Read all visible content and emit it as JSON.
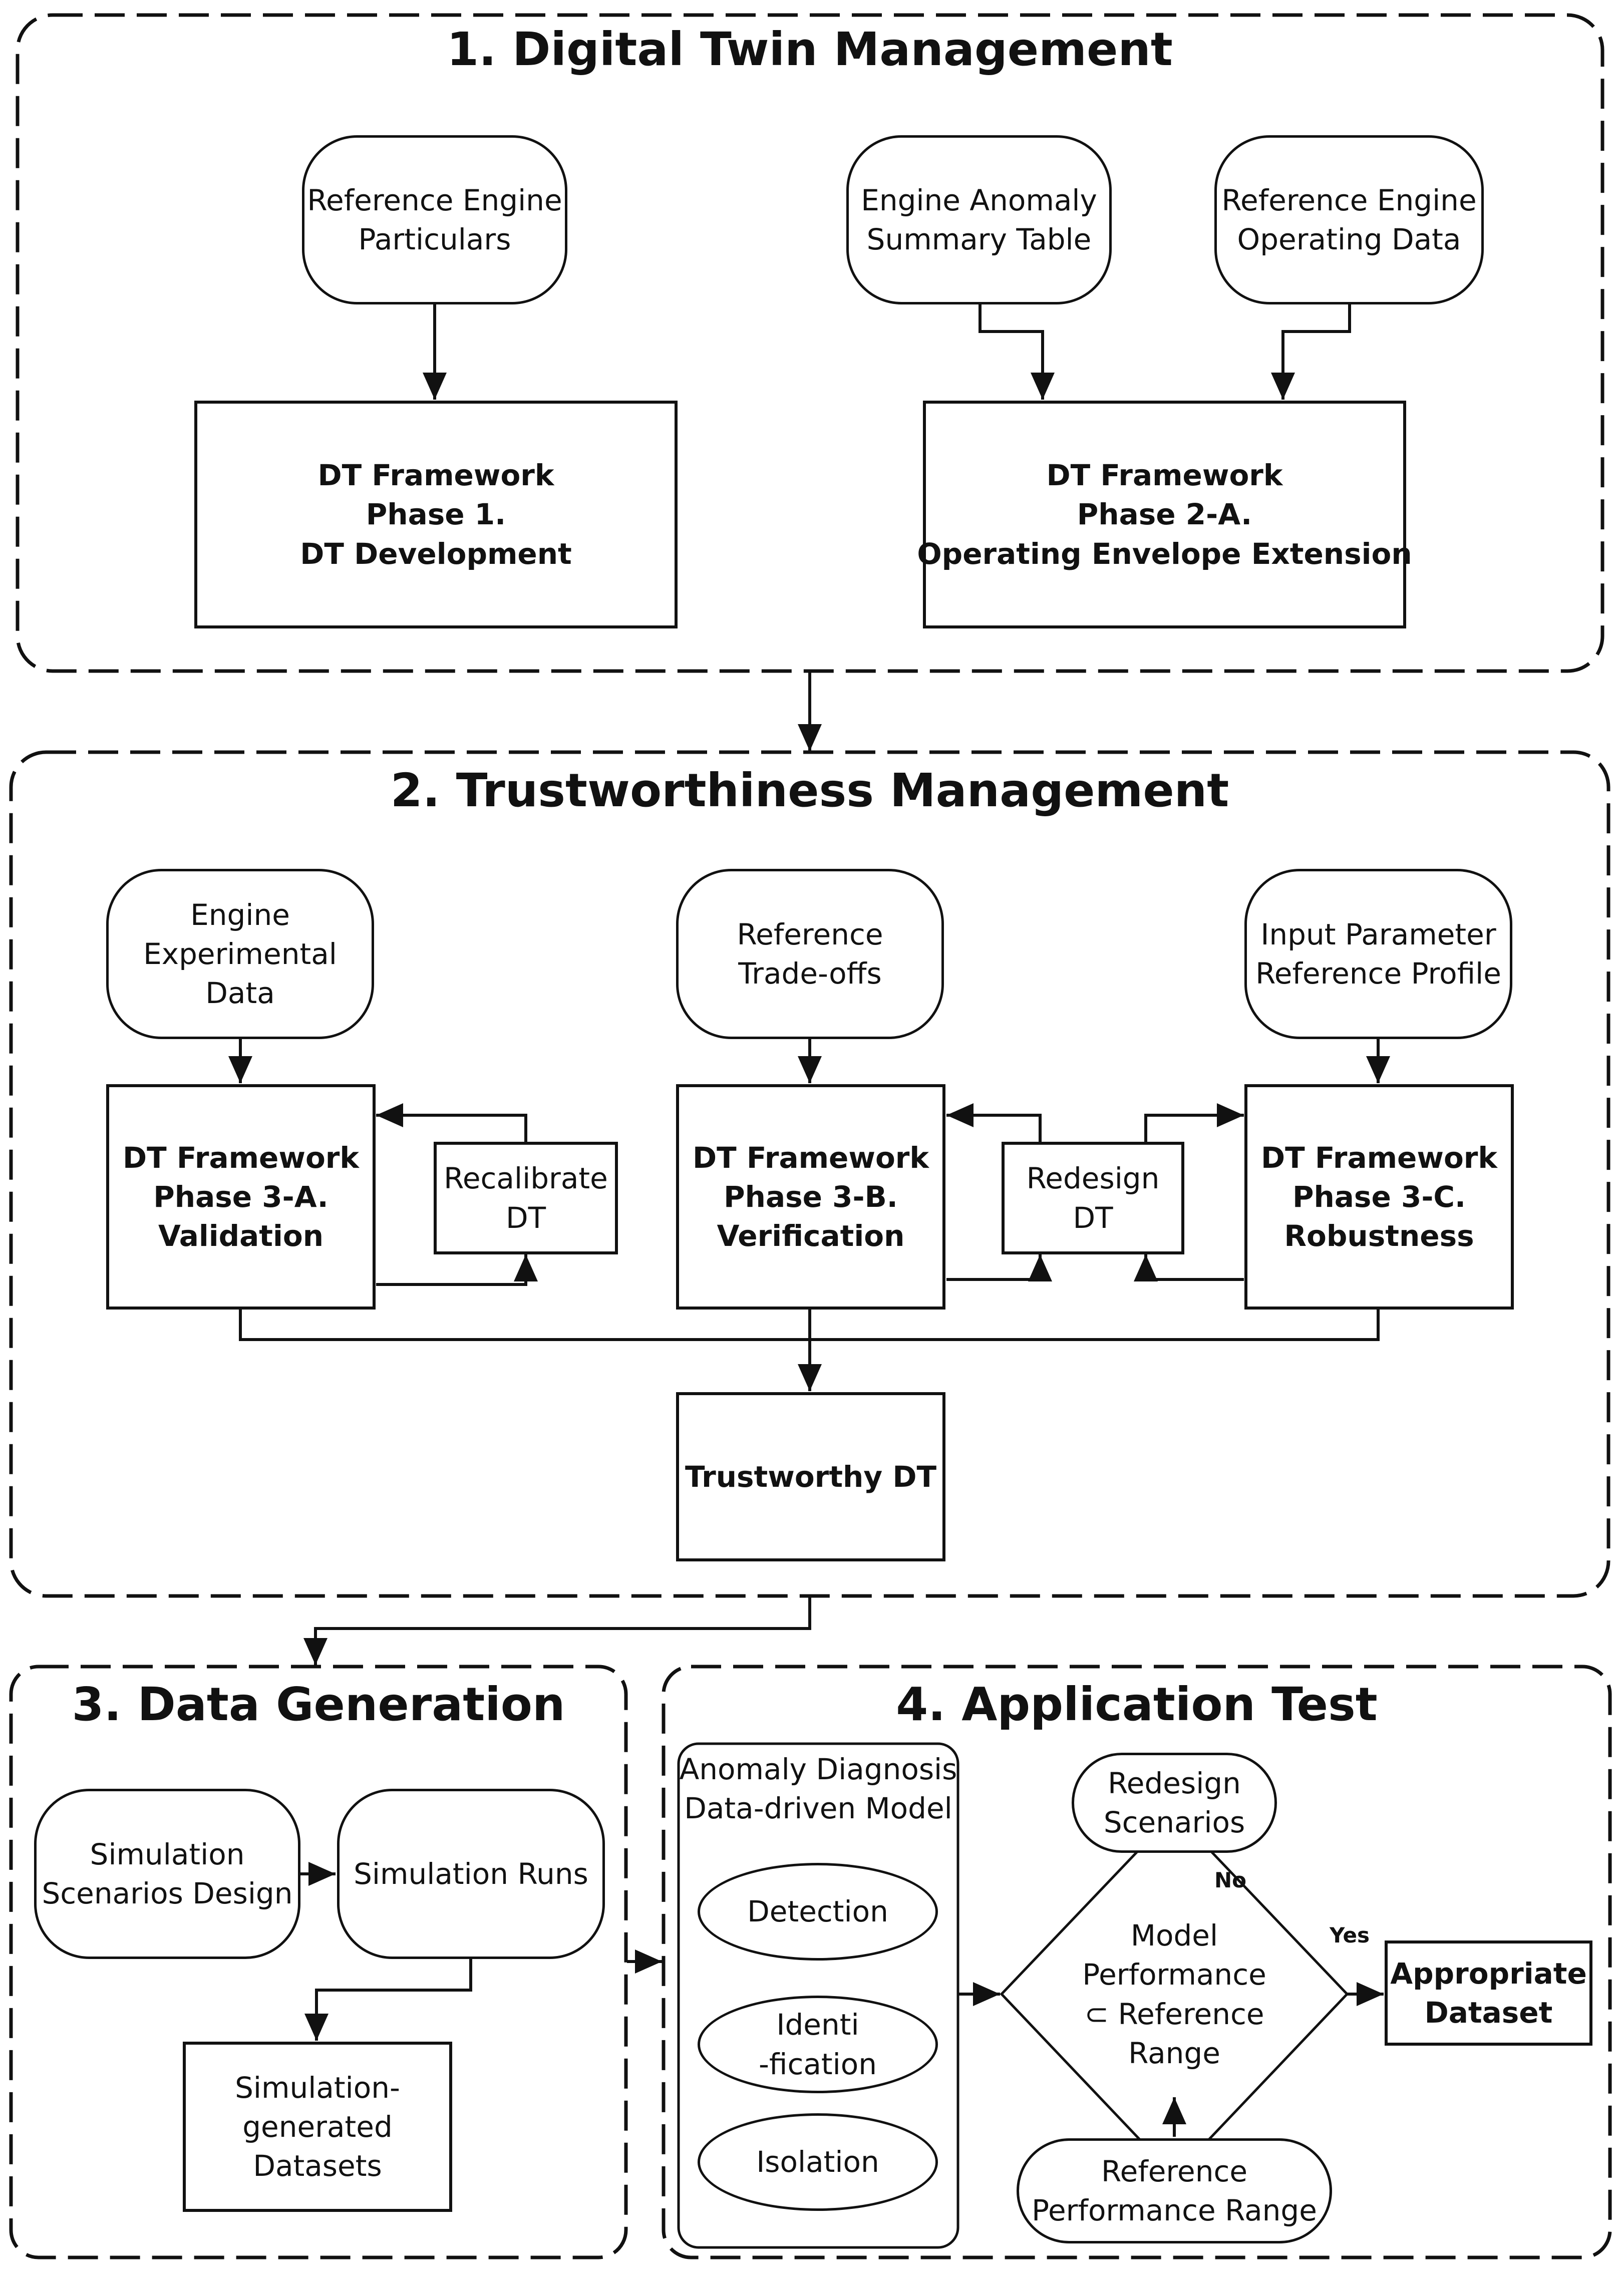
{
  "sections": {
    "dt_management": {
      "title": "1. Digital Twin Management"
    },
    "trust_management": {
      "title": "2. Trustworthiness Management"
    },
    "data_generation": {
      "title": "3. Data Generation"
    },
    "application_test": {
      "title": "4. Application Test"
    }
  },
  "nodes": {
    "ref_engine_particulars": [
      "Reference Engine",
      "Particulars"
    ],
    "engine_anomaly_table": [
      "Engine Anomaly",
      "Summary Table"
    ],
    "ref_engine_operating": [
      "Reference Engine",
      "Operating Data"
    ],
    "phase1": [
      "DT Framework",
      "Phase 1.",
      "DT Development"
    ],
    "phase2a": [
      "DT Framework",
      "Phase 2-A.",
      "Operating Envelope Extension"
    ],
    "engine_experimental": [
      "Engine",
      "Experimental",
      "Data"
    ],
    "reference_tradeoffs": [
      "Reference",
      "Trade-offs"
    ],
    "input_param_profile": [
      "Input Parameter",
      "Reference Profile"
    ],
    "phase3a": [
      "DT Framework",
      "Phase 3-A.",
      "Validation"
    ],
    "recalibrate": [
      "Recalibrate",
      "DT"
    ],
    "phase3b": [
      "DT Framework",
      "Phase 3-B.",
      "Verification"
    ],
    "redesign_dt": [
      "Redesign",
      "DT"
    ],
    "phase3c": [
      "DT Framework",
      "Phase 3-C.",
      "Robustness"
    ],
    "trustworthy_dt": [
      "Trustworthy DT"
    ],
    "sim_scenarios_design": [
      "Simulation",
      "Scenarios Design"
    ],
    "sim_runs": [
      "Simulation Runs"
    ],
    "sim_datasets": [
      "Simulation-",
      "generated",
      "Datasets"
    ],
    "anomaly_model": [
      "Anomaly Diagnosis",
      "Data-driven Model"
    ],
    "detection": [
      "Detection"
    ],
    "identification": [
      "Identi",
      "-fication"
    ],
    "isolation": [
      "Isolation"
    ],
    "redesign_scenarios": [
      "Redesign",
      "Scenarios"
    ],
    "decision": [
      "Model",
      "Performance",
      "⊂ Reference",
      "Range"
    ],
    "appropriate_dataset": [
      "Appropriate",
      "Dataset"
    ],
    "ref_performance_range": [
      "Reference",
      "Performance Range"
    ]
  },
  "labels": {
    "no": "No",
    "yes": "Yes"
  }
}
